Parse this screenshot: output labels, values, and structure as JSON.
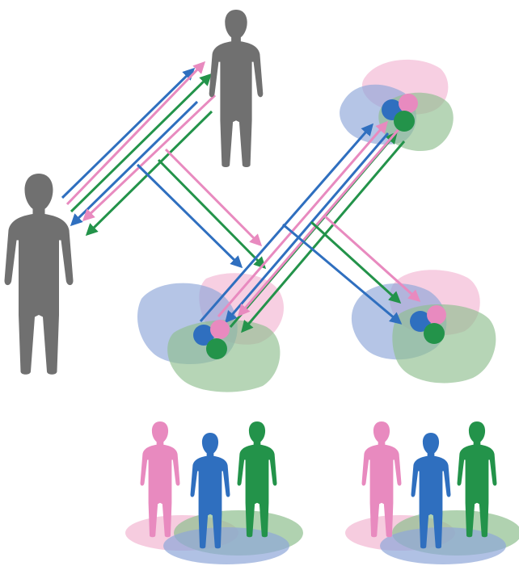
{
  "diagram": {
    "colors": {
      "person_gray": "#707070",
      "pink": "#e88abf",
      "blue": "#2f6fbf",
      "green": "#23934a",
      "pink_blob": "#f2b6d2",
      "blue_blob": "#8ea6d8",
      "green_blob": "#8fbf8f"
    },
    "figures": [
      {
        "name": "person-left-gray-icon",
        "color": "person_gray"
      },
      {
        "name": "person-top-gray-icon",
        "color": "person_gray"
      },
      {
        "name": "person-pink-a-icon",
        "color": "pink"
      },
      {
        "name": "person-blue-a-icon",
        "color": "blue"
      },
      {
        "name": "person-green-a-icon",
        "color": "green"
      },
      {
        "name": "person-pink-b-icon",
        "color": "pink"
      },
      {
        "name": "person-blue-b-icon",
        "color": "blue"
      },
      {
        "name": "person-green-b-icon",
        "color": "green"
      }
    ],
    "clusters": [
      {
        "name": "cluster-top-right",
        "node_colors": [
          "blue",
          "pink",
          "green"
        ]
      },
      {
        "name": "cluster-center",
        "node_colors": [
          "blue",
          "pink",
          "green"
        ]
      },
      {
        "name": "cluster-right",
        "node_colors": [
          "blue",
          "pink",
          "green"
        ]
      }
    ],
    "arrow_colors": [
      "blue",
      "pink",
      "green"
    ]
  }
}
